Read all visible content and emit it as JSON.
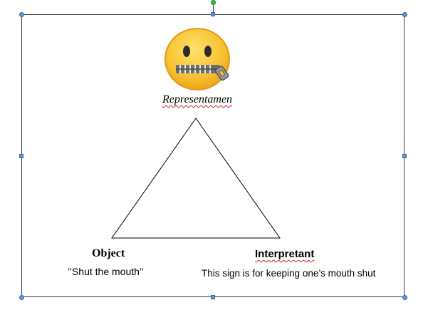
{
  "diagram": {
    "representamen": {
      "label": "Representamen",
      "icon": "zipper-mouth-face-icon"
    },
    "object": {
      "title": "Object",
      "description": "’’Shut the mouth’’"
    },
    "interpretant": {
      "title": "Interpretant",
      "description": "This sign is for keeping one’s mouth shut"
    }
  },
  "colors": {
    "emoji_face": "#f6c12f",
    "emoji_edge": "#e59a16",
    "selection_handle": "#5b9bd5",
    "rotation_handle": "#22cc33",
    "spellcheck_underline": "#d02020"
  }
}
